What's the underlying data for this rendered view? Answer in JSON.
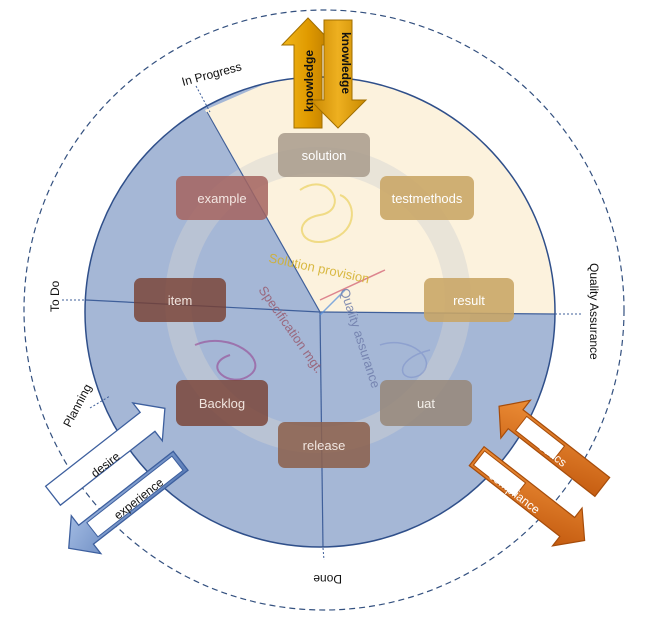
{
  "zones": {
    "in_progress": "In Progress",
    "to_do": "To Do",
    "quality_assurance": "Quality Assurance",
    "done": "Done",
    "planning": "Planning"
  },
  "arrows": {
    "knowledge_up": "knowledge",
    "knowledge_down": "knowledge",
    "desire": "desire",
    "experience": "experience",
    "ethics": "ethics",
    "compliance": "compliance"
  },
  "nodes": {
    "solution": "solution",
    "example": "example",
    "testmethods": "testmethods",
    "item": "item",
    "result": "result",
    "backlog": "Backlog",
    "uat": "uat",
    "release": "release"
  },
  "watermark": {
    "solution_provision": "Solution provision",
    "quality_assurance": "Quality assurance",
    "specification_mgt": "Specification mgt."
  },
  "colors": {
    "blue_sector": "#9fb3d3",
    "yellow_sector": "#fdf3df",
    "knowledge_arrow": "#e6a000",
    "left_arrow": "#6a8cc4",
    "right_arrow": "#dc6e1c"
  }
}
